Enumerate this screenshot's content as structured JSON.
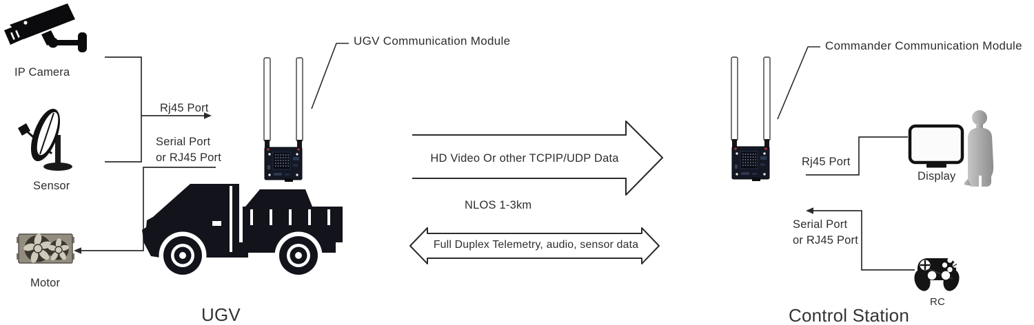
{
  "diagram": {
    "ugv_side": {
      "ip_camera": {
        "label": "IP Camera"
      },
      "sensor": {
        "label": "Sensor"
      },
      "motor": {
        "label": "Motor"
      },
      "rj45_link": {
        "label": "Rj45 Port"
      },
      "serial_link": {
        "label_line1": "Serial Port",
        "label_line2": "or RJ45 Port"
      },
      "module": {
        "label": "UGV Communication Module"
      },
      "vehicle": {
        "label": "UGV"
      }
    },
    "radio_link": {
      "downlink": {
        "label": "HD Video Or other TCPIP/UDP Data"
      },
      "range": {
        "label": "NLOS 1-3km"
      },
      "uplink": {
        "label": "Full Duplex Telemetry, audio, sensor data"
      }
    },
    "control_side": {
      "module": {
        "label": "Commander Communication Module"
      },
      "rj45_link": {
        "label": "Rj45 Port"
      },
      "serial_link": {
        "label_line1": "Serial Port",
        "label_line2": "or RJ45 Port"
      },
      "display": {
        "label": "Display"
      },
      "rc": {
        "label": "RC"
      },
      "station": {
        "label": "Control Station"
      }
    },
    "colors": {
      "line": "#2b2b2b",
      "text": "#2d2d2d",
      "icon_black": "#101014",
      "person_gray": "#a8a8a8",
      "radiator_gray": "#928c7e"
    }
  }
}
